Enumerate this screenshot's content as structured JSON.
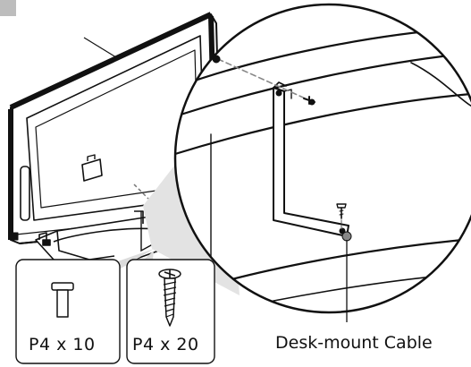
{
  "figure": {
    "callout_label": "Desk-mount Cable",
    "screws": [
      {
        "label": "P4 x 10",
        "icon": "short-screw-icon"
      },
      {
        "label": "P4 x 20",
        "icon": "long-screw-icon"
      }
    ]
  }
}
